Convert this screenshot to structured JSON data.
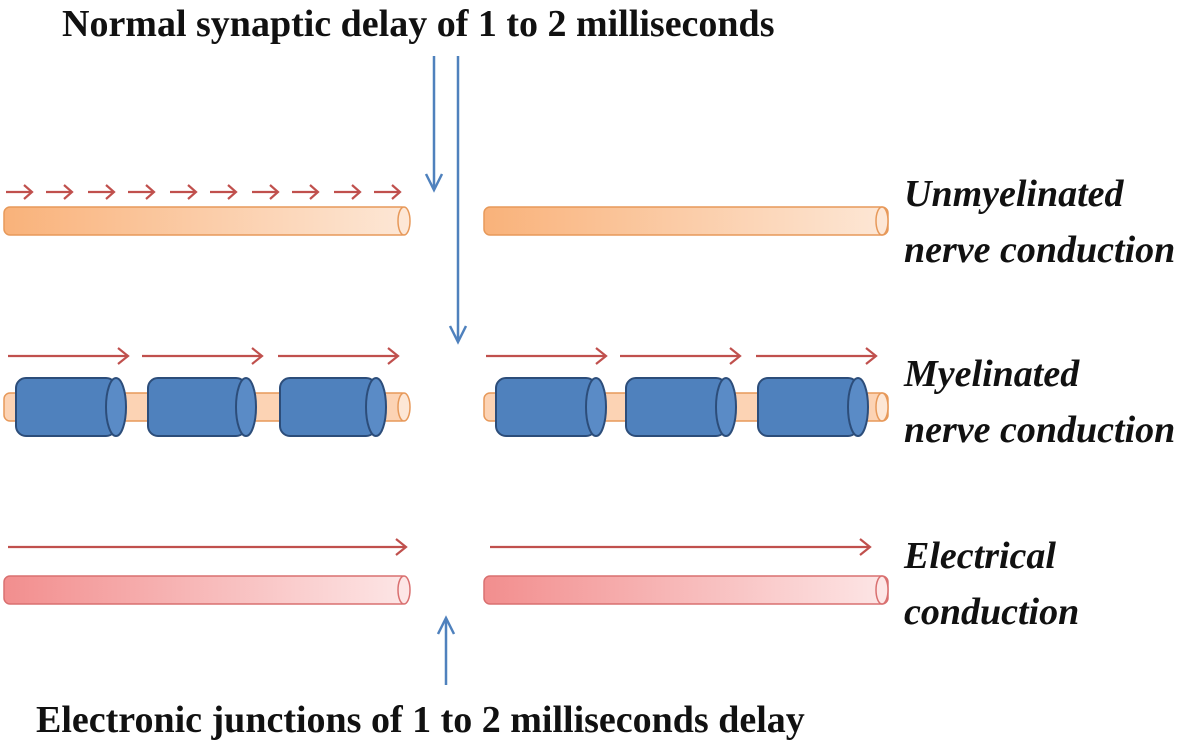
{
  "title_top": "Normal synaptic delay of 1 to 2 milliseconds",
  "title_bottom": "Electronic junctions of 1 to 2 milliseconds delay",
  "rows": [
    {
      "label_line1": "Unmyelinated",
      "label_line2": "nerve conduction"
    },
    {
      "label_line1": "Myelinated",
      "label_line2": "nerve conduction"
    },
    {
      "label_line1": "Electrical",
      "label_line2": "conduction"
    }
  ],
  "colors": {
    "signal_arrow": "#c0504d",
    "delay_arrow": "#4f81bd",
    "unmyelinated_axon": "#f9b27a",
    "myelin_sheath": "#4f81bd",
    "electrical_axon": "#f28e8e"
  }
}
